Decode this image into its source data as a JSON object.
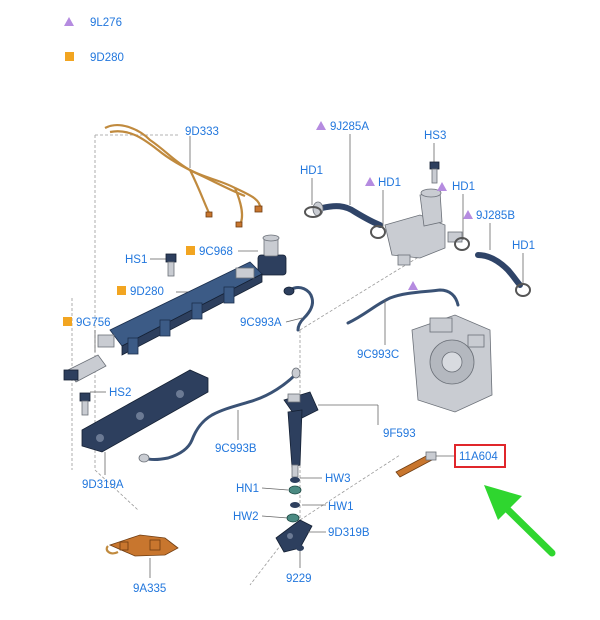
{
  "legend": {
    "triangle": {
      "code": "9L276",
      "color": "#b58be0"
    },
    "square": {
      "code": "9D280",
      "color": "#f2a521"
    }
  },
  "labels": {
    "p9D333": "9D333",
    "p9J285A": "9J285A",
    "pHS3": "HS3",
    "pHD1a": "HD1",
    "pHD1b": "HD1",
    "pHD1c": "HD1",
    "pHD1d": "HD1",
    "p9J285B": "9J285B",
    "pHS1": "HS1",
    "p9C968": "9C968",
    "p9D280": "9D280",
    "p9G756": "9G756",
    "p9C993A": "9C993A",
    "p9C993C": "9C993C",
    "pHS2": "HS2",
    "p9F593": "9F593",
    "p11A604": "11A604",
    "p9C993B": "9C993B",
    "pHW3": "HW3",
    "p9D319A": "9D319A",
    "pHN1": "HN1",
    "pHW1": "HW1",
    "pHW2": "HW2",
    "p9D319B": "9D319B",
    "p9229": "9229",
    "p9A335": "9A335"
  },
  "highlight": {
    "part": "11A604",
    "box_color": "#e0262b",
    "arrow_color": "#2fd62f"
  },
  "label_color": "#2277dd"
}
